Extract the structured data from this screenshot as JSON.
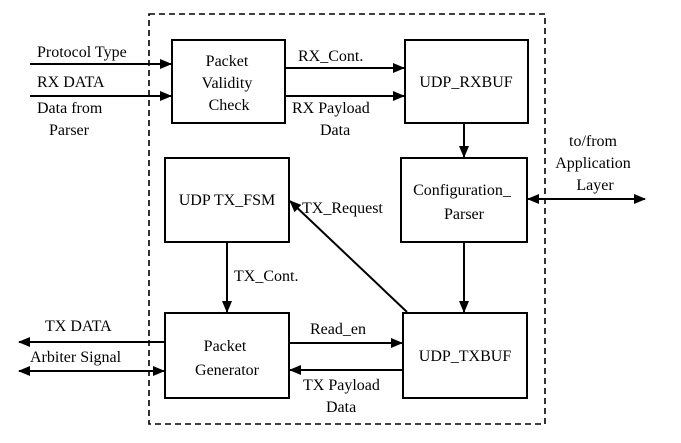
{
  "blocks": {
    "packet_validity_check": [
      "Packet",
      "Validity",
      "Check"
    ],
    "udp_rxbuf": "UDP_RXBUF",
    "udp_tx_fsm": "UDP TX_FSM",
    "configuration_parser": [
      "Configuration_",
      "Parser"
    ],
    "packet_generator": [
      "Packet",
      "Generator"
    ],
    "udp_txbuf": "UDP_TXBUF"
  },
  "signals": {
    "protocol_type": "Protocol Type",
    "rx_data": "RX DATA",
    "data_from_parser": [
      "Data from",
      "Parser"
    ],
    "rx_cont": "RX_Cont.",
    "rx_payload_data": [
      "RX Payload",
      "Data"
    ],
    "to_from_application_layer": [
      "to/from",
      "Application",
      "Layer"
    ],
    "tx_request": "TX_Request",
    "tx_cont": "TX_Cont.",
    "tx_data": "TX DATA",
    "arbiter_signal": "Arbiter Signal",
    "read_en": "Read_en",
    "tx_payload_data": [
      "TX Payload",
      "Data"
    ]
  }
}
